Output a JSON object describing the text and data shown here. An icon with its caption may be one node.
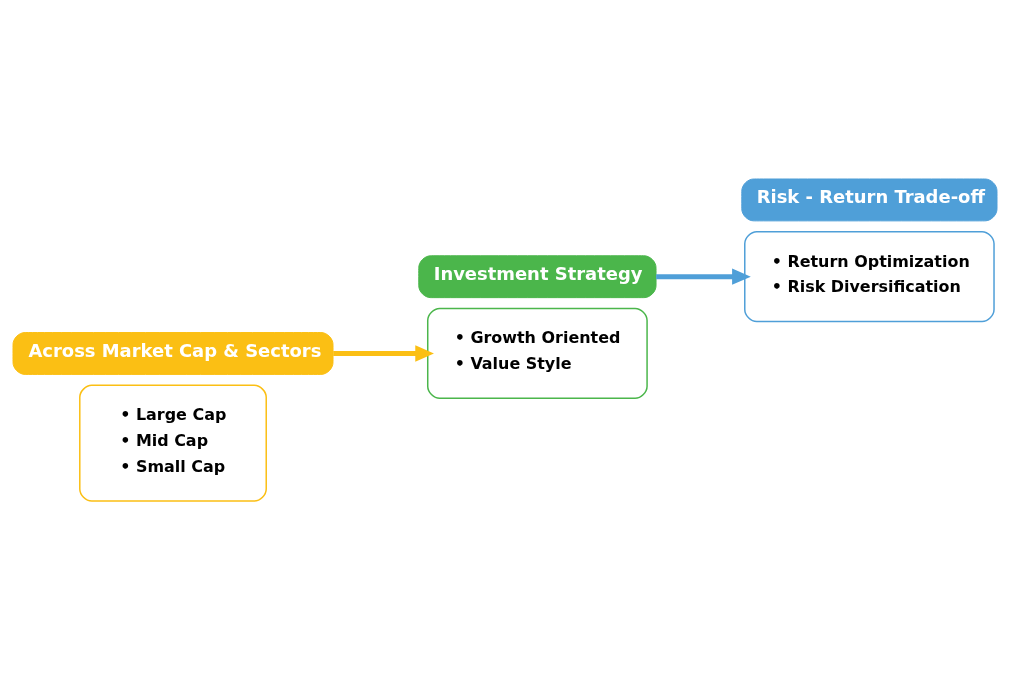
{
  "diagram": {
    "nodes": [
      {
        "text": [
          "• Large Cap",
          "• Mid Cap",
          "• Small Cap"
        ]
      },
      {
        "text": [
          "Across Market Cap & Sectors"
        ]
      },
      {
        "text": [
          "Investment Strategy"
        ]
      },
      {
        "text": [
          "• Growth Oriented",
          "• Value Style"
        ]
      },
      {
        "text": [
          "• Return Optimization",
          "• Risk Diversification"
        ]
      },
      {
        "text": [
          "Risk - Return Trade-off"
        ]
      }
    ],
    "edges": [
      {
        "from": 1,
        "to": 3,
        "arrow": "to",
        "color": "#fbbf14"
      },
      {
        "from": 2,
        "to": 4,
        "arrow": "to",
        "color": "#4f9fd8"
      }
    ]
  }
}
